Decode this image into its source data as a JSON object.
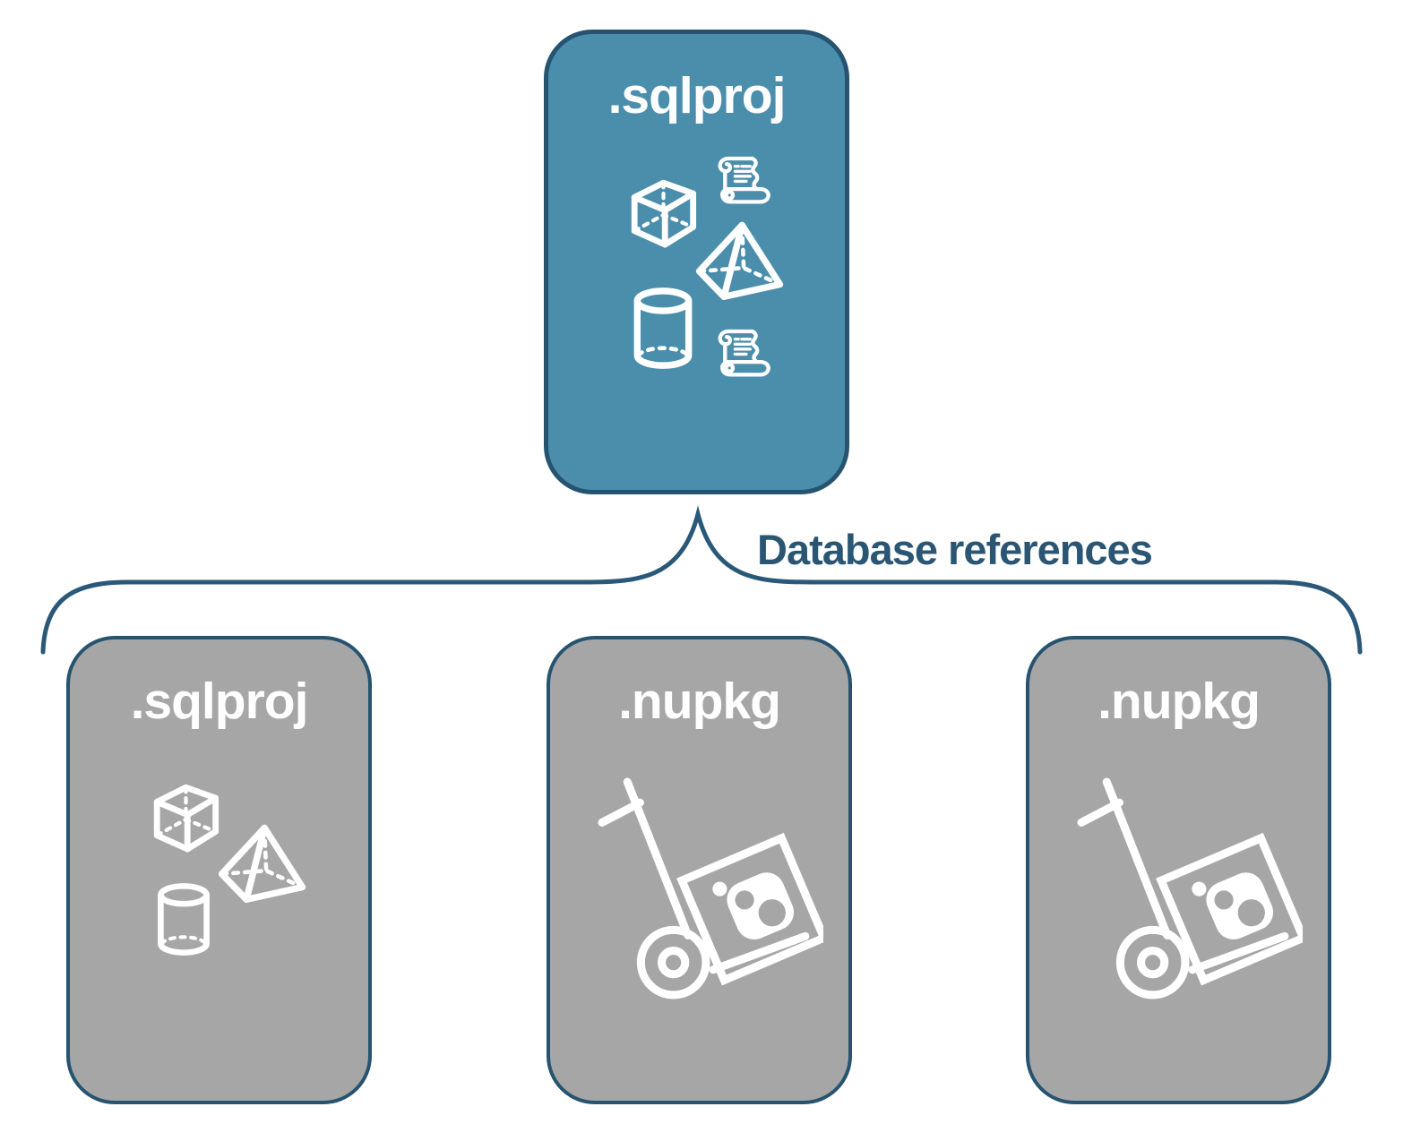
{
  "diagram": {
    "connector_label": "Database references",
    "parent_card": {
      "label": ".sqlproj",
      "icons": [
        "script-scroll-icon",
        "cube-icon",
        "pyramid-icon",
        "cylinder-icon",
        "script-scroll-icon"
      ]
    },
    "children": [
      {
        "label": ".sqlproj",
        "icons": [
          "cube-icon",
          "pyramid-icon",
          "cylinder-icon"
        ]
      },
      {
        "label": ".nupkg",
        "icons": [
          "nuget-hand-truck-icon"
        ]
      },
      {
        "label": ".nupkg",
        "icons": [
          "nuget-hand-truck-icon"
        ]
      }
    ]
  },
  "colors": {
    "background": "#FFFFFF",
    "card-blue": "#4A8EAC",
    "card-gray": "#A6A6A6",
    "card-border": "#26536F",
    "connector": "#2A5878",
    "label-text": "#2A5674",
    "icon-white": "#FFFFFF"
  }
}
